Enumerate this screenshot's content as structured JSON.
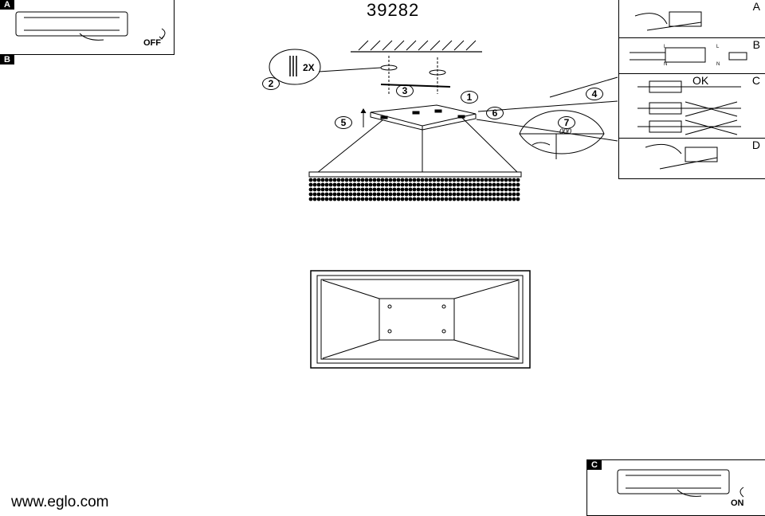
{
  "title": "39282",
  "website": "www.eglo.com",
  "switch_panels": [
    {
      "tag": "A",
      "label": "OFF"
    },
    {
      "tag": "C",
      "label": "ON"
    }
  ],
  "left_tag_b": "B",
  "steps": [
    "1",
    "2",
    "3",
    "4",
    "5",
    "6",
    "7"
  ],
  "magnifier_label": "2X",
  "detail_label": "000",
  "wiring_panels": [
    {
      "letter": "A"
    },
    {
      "letter": "B",
      "wire_labels": [
        "L",
        "N",
        "L",
        "N"
      ]
    },
    {
      "letter": "C",
      "ok_label": "OK"
    },
    {
      "letter": "D"
    }
  ]
}
